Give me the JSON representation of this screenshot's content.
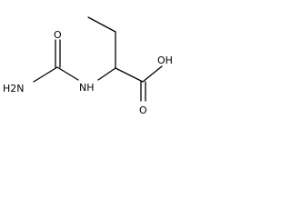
{
  "molecule": {
    "atoms": {
      "nh2": "H2N",
      "o_urea": "O",
      "nh": "NH",
      "oh": "OH",
      "o_acid": "O"
    }
  }
}
